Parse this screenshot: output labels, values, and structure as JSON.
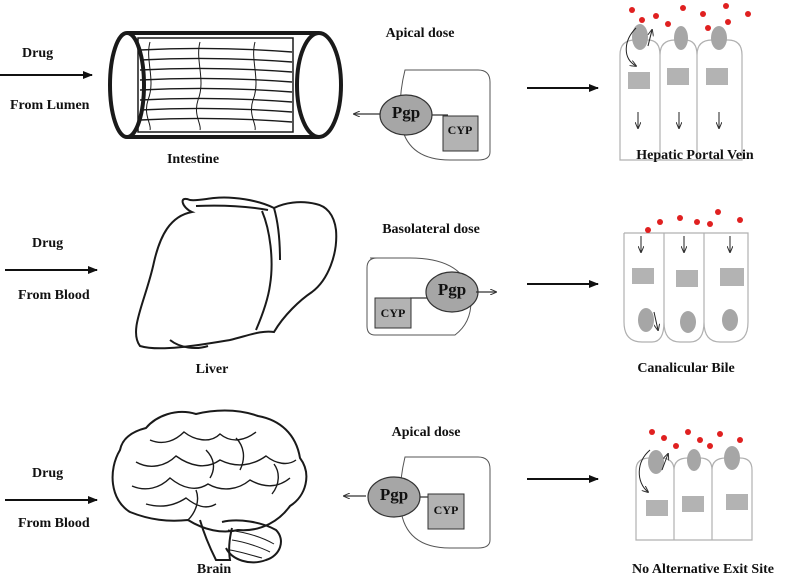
{
  "rows": [
    {
      "input_line1": "Drug",
      "input_line2": "From Lumen",
      "organ_name": "Intestine",
      "dose_label": "Apical dose",
      "pgp_label": "Pgp",
      "cyp_label": "CYP",
      "outcome_label": "Hepatic Portal Vein"
    },
    {
      "input_line1": "Drug",
      "input_line2": "From Blood",
      "organ_name": "Liver",
      "dose_label": "Basolateral dose",
      "pgp_label": "Pgp",
      "cyp_label": "CYP",
      "outcome_label": "Canalicular Bile"
    },
    {
      "input_line1": "Drug",
      "input_line2": "From Blood",
      "organ_name": "Brain",
      "dose_label": "Apical dose",
      "pgp_label": "Pgp",
      "cyp_label": "CYP",
      "outcome_label": "No Alternative Exit Site"
    }
  ],
  "colors": {
    "drug_dot": "#e02020",
    "pgp_fill": "#a6a6a6",
    "cyp_fill": "#b3b3b3",
    "cell_outline": "#b0b0b0",
    "organ_line": "#1a1a1a"
  }
}
